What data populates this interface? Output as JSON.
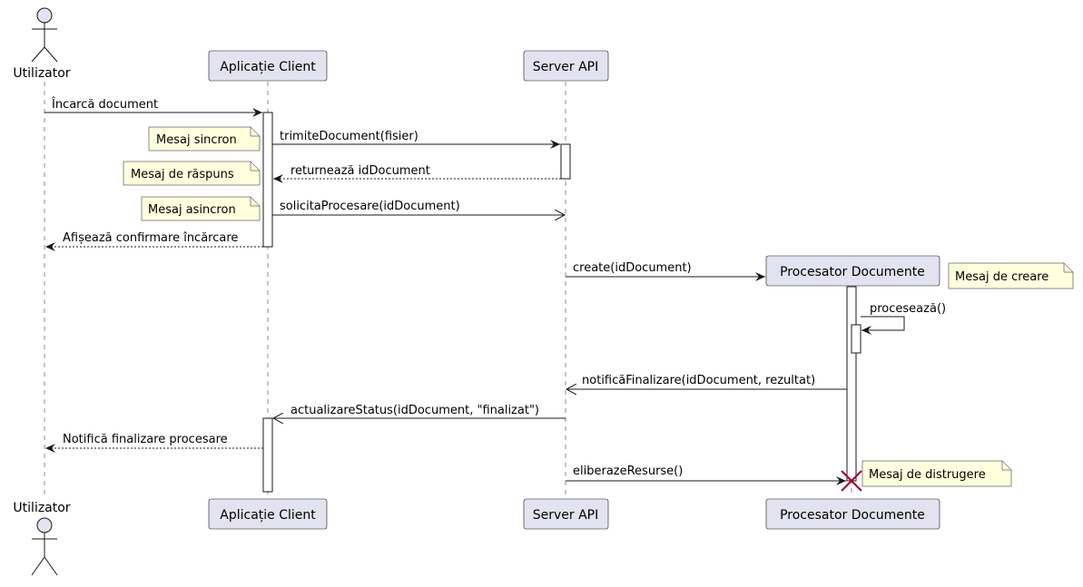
{
  "participants": {
    "user": "Utilizator",
    "client": "Aplicație Client",
    "server": "Server API",
    "processor": "Procesator Documente"
  },
  "messages": {
    "m1": "Încarcă document",
    "m2": "trimiteDocument(fisier)",
    "m3": "returnează idDocument",
    "m4": "solicitaProcesare(idDocument)",
    "m5": "Afișează confirmare încărcare",
    "m6": "create(idDocument)",
    "m7": "procesează()",
    "m8": "notificăFinalizare(idDocument, rezultat)",
    "m9": "actualizareStatus(idDocument, \"finalizat\")",
    "m10": "Notifică finalizare procesare",
    "m11": "eliberazeResurse()"
  },
  "notes": {
    "n1": "Mesaj sincron",
    "n2": "Mesaj de răspuns",
    "n3": "Mesaj asincron",
    "n4": "Mesaj de creare",
    "n5": "Mesaj de distrugere"
  },
  "colors": {
    "participant_fill": "#E2E2F0",
    "note_fill": "#FEFFDD",
    "destroy_mark": "#A80036",
    "line": "#181818"
  }
}
